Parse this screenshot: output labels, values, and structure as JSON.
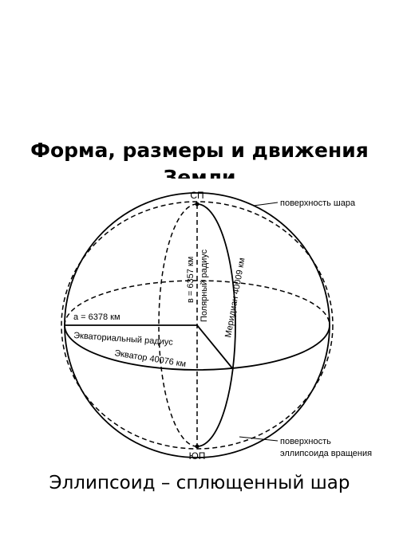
{
  "title": "Форма, размеры и движения Земли",
  "caption": "Эллипсоид – сплющенный шар",
  "labels": {
    "north_pole": "СП",
    "south_pole": "ЮП",
    "sphere_surface": "поверхность шара",
    "ellipsoid_surface_line1": "поверхность",
    "ellipsoid_surface_line2": "эллипсоида вращения",
    "equatorial_radius_value": "а = 6378 км",
    "equatorial_radius": "Экваториальный радиус",
    "equator": "Экватор 40076 км",
    "polar_radius_value": "в = 6357 км",
    "polar_radius": "Полярный радиус",
    "meridian": "Меридиан 40009 км"
  }
}
